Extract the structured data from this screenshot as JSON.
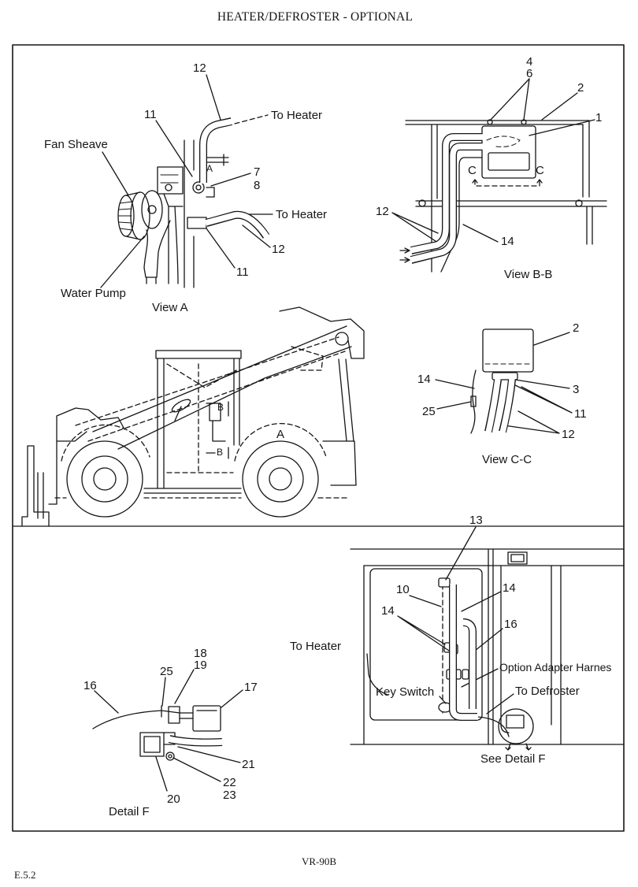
{
  "page": {
    "title": "HEATER/DEFROSTER - OPTIONAL",
    "model": "VR-90B",
    "page_number": "E.5.2"
  },
  "view_a": {
    "caption": "View A",
    "callout_hose_upper": "12",
    "callout_clamp_upper": "11",
    "to_heater_upper": "To Heater",
    "fan_sheave": "Fan Sheave",
    "callout_7": "7",
    "callout_8": "8",
    "to_heater_lower": "To Heater",
    "callout_hose_lower": "12",
    "callout_clamp_lower": "11",
    "water_pump": "Water Pump",
    "marker": "A"
  },
  "view_bb": {
    "caption": "View B-B",
    "callout_4": "4",
    "callout_6": "6",
    "callout_2": "2",
    "callout_1": "1",
    "section_left": "C",
    "section_right": "C",
    "callout_12": "12",
    "callout_14": "14"
  },
  "view_cc": {
    "caption": "View C-C",
    "callout_2": "2",
    "callout_14": "14",
    "callout_3": "3",
    "callout_25": "25",
    "callout_11": "11",
    "callout_12": "12"
  },
  "machine": {
    "section_b_upper": "B",
    "section_b_lower": "B",
    "view_a_marker": "A"
  },
  "harness_view": {
    "callout_13": "13",
    "callout_10": "10",
    "callout_14_right": "14",
    "callout_14_left": "14",
    "callout_16": "16",
    "to_heater": "To Heater",
    "option_adapter_harness": "Option Adapter Harnes",
    "key_switch": "Key Switch",
    "to_defroster": "To Defroster",
    "see_detail": "See Detail F"
  },
  "detail_f": {
    "caption": "Detail F",
    "callout_18": "18",
    "callout_19": "19",
    "callout_25": "25",
    "callout_16": "16",
    "callout_17": "17",
    "callout_21": "21",
    "callout_22": "22",
    "callout_23": "23",
    "callout_20": "20"
  }
}
